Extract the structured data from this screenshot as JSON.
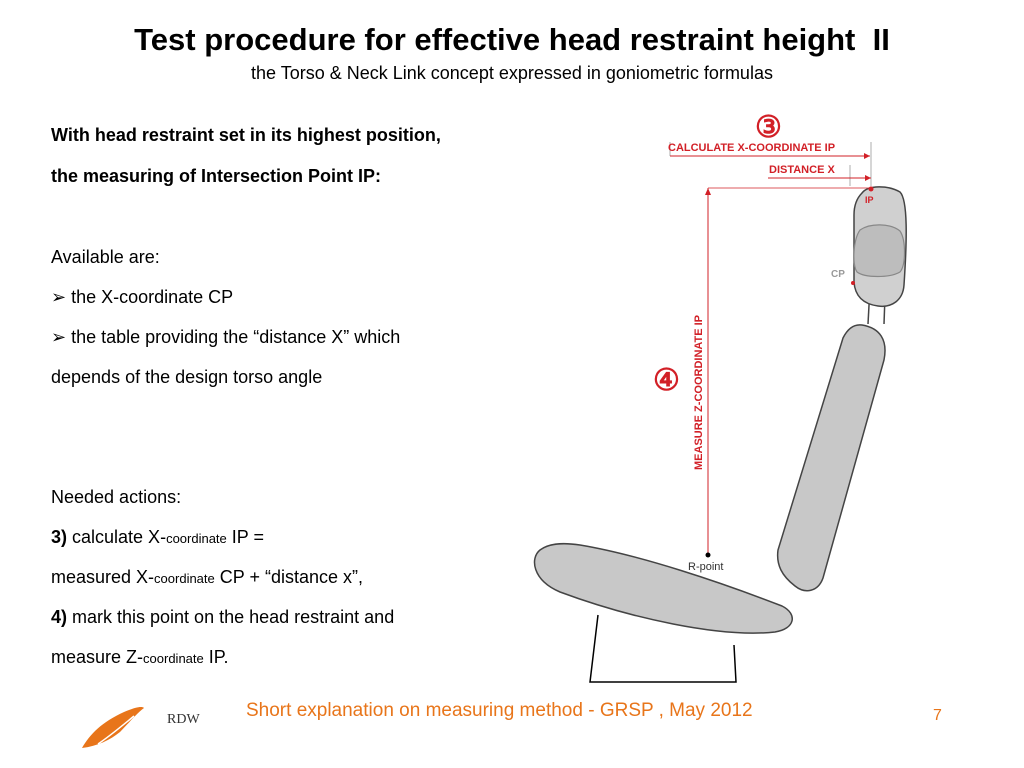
{
  "header": {
    "title": "Test procedure for effective head restraint height  II",
    "subtitle": "the Torso & Neck Link concept expressed in goniometric formulas"
  },
  "body": {
    "intro_line1": "With head restraint set in its highest position,",
    "intro_line2": "the measuring of Intersection Point  IP:",
    "available_heading": "Available are:",
    "bullet1": "the X-coordinate CP",
    "bullet2": "the table providing the “distance X” which",
    "bullet2_cont": "depends of the design torso angle",
    "needed_heading": "Needed actions:",
    "step3_num": "3)",
    "step3_a": " calculate  X-",
    "step3_sub": "coordinate",
    "step3_b": " IP =",
    "step3_c": "measured  X-",
    "step3_c_sub": "coordinate",
    "step3_d": " CP + “distance x”,",
    "step4_num": "4)",
    "step4_a": " mark this point on the head restraint and",
    "step4_b": "measure  Z-",
    "step4_sub": "coordinate",
    "step4_c": " IP."
  },
  "diagram": {
    "step3_marker": "③",
    "step4_marker": "④",
    "calc_label": "CALCULATE X-COORDINATE IP",
    "distance_label": "DISTANCE X",
    "ip_label": "IP",
    "cp_label": "CP",
    "measure_label": "MEASURE Z-COORDINATE IP",
    "rpoint_label": "R-point",
    "colors": {
      "accent_red": "#d22027",
      "seat_fill": "#c8c8c8",
      "footer_orange": "#e8751a"
    }
  },
  "footer": {
    "text": "Short explanation on measuring method - GRSP , May 2012",
    "page_number": "7",
    "logo_text": "RDW"
  }
}
